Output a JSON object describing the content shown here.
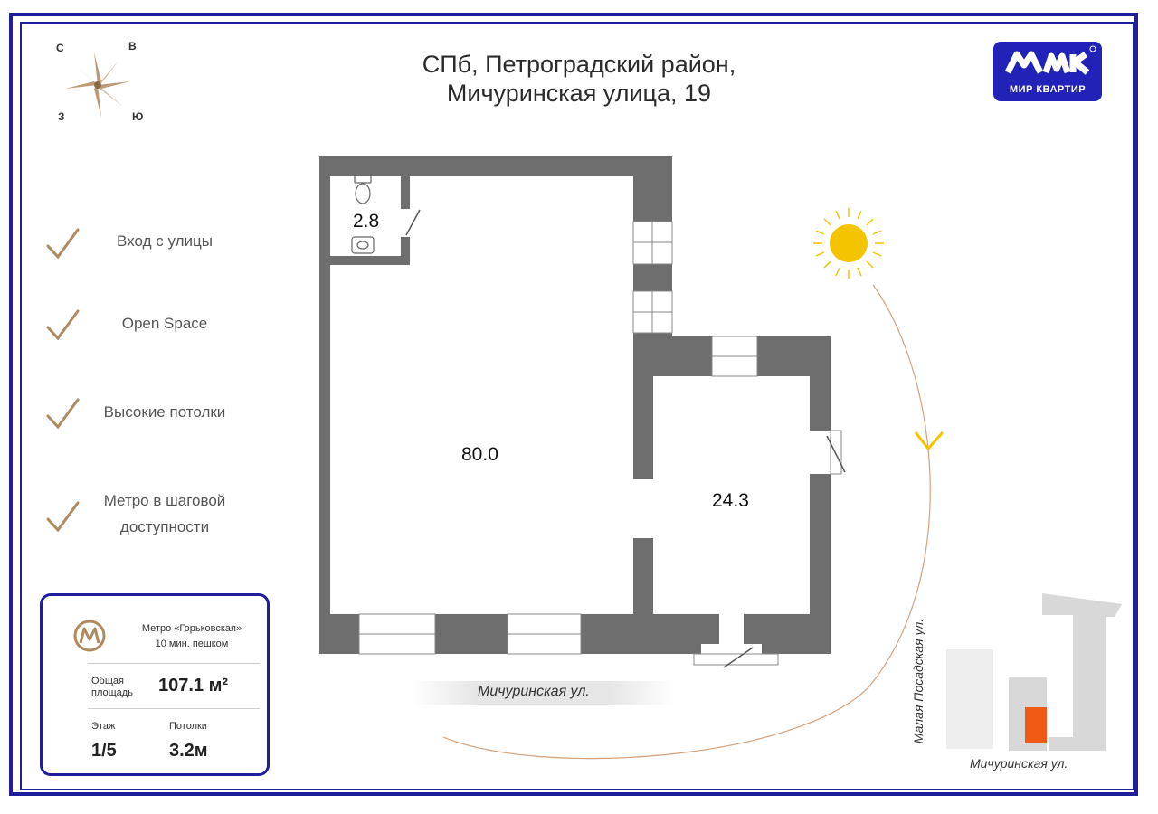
{
  "title": {
    "line1": "СПб, Петроградский район,",
    "line2": "Мичуринская улица, 19"
  },
  "logo": {
    "text": "МИР КВАРТИР",
    "color": "#2222b8"
  },
  "compass": {
    "n": "С",
    "e": "В",
    "w": "З",
    "s": "Ю"
  },
  "features": [
    {
      "label": "Вход с улицы"
    },
    {
      "label": "Open Space"
    },
    {
      "label": "Высокие потолки"
    },
    {
      "label": "Метро в шаговой доступности"
    }
  ],
  "info": {
    "metro_line1": "Метро «Горьковская»",
    "metro_line2": "10 мин. пешком",
    "area_label_line1": "Общая",
    "area_label_line2": "площадь",
    "area_value": "107.1 м²",
    "floor_label": "Этаж",
    "floor_value": "1/5",
    "ceiling_label": "Потолки",
    "ceiling_value": "3.2м"
  },
  "rooms": {
    "wc": "2.8",
    "main": "80.0",
    "side": "24.3"
  },
  "streets": {
    "bottom": "Мичуринская ул.",
    "map_bottom": "Мичуринская ул.",
    "map_side": "Малая Посадская ул."
  },
  "colors": {
    "frame": "#1f1f9e",
    "wall": "#6e6e6e",
    "accent": "#b08a5f",
    "sun": "#f5c400",
    "highlight": "#f05a14"
  }
}
